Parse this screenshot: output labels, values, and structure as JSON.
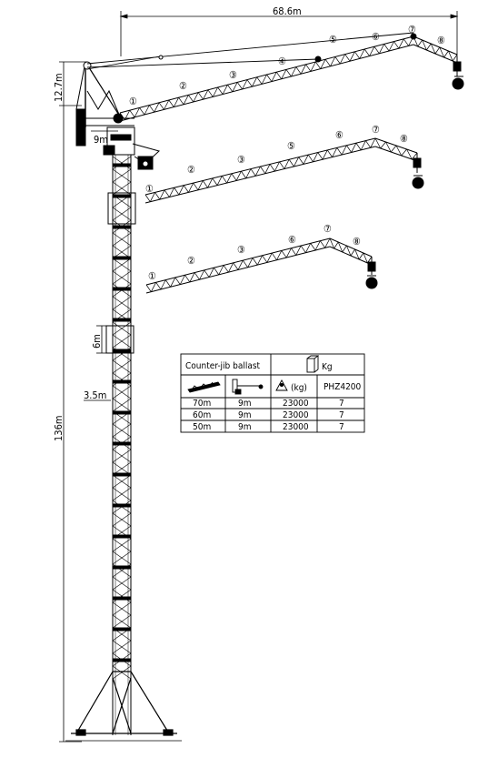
{
  "dimensions": {
    "jib_length": "68.6m",
    "head_height": "12.7m",
    "counter_jib": "9m",
    "tower_height": "136m",
    "section_6": "6m",
    "section_35": "3.5m"
  },
  "jib_variants": [
    {
      "sections": [
        "①",
        "②",
        "③",
        "④",
        "⑤",
        "⑥",
        "⑦",
        "⑧"
      ]
    },
    {
      "sections": [
        "①",
        "②",
        "③",
        "⑤",
        "⑥",
        "⑦",
        "⑧"
      ]
    },
    {
      "sections": [
        "①",
        "②",
        "③",
        "⑥",
        "⑦",
        "⑧"
      ]
    }
  ],
  "ballast_table": {
    "header_left": "Counter-jib  ballast",
    "header_right_unit": "Kg",
    "col_weight_unit": "(kg)",
    "col_model": "PHZ4200",
    "rows": [
      {
        "jib": "70m",
        "counter": "9m",
        "weight": "23000",
        "qty": "7"
      },
      {
        "jib": "60m",
        "counter": "9m",
        "weight": "23000",
        "qty": "7"
      },
      {
        "jib": "50m",
        "counter": "9m",
        "weight": "23000",
        "qty": "7"
      }
    ]
  },
  "colors": {
    "line": "#000000",
    "background": "#ffffff"
  }
}
